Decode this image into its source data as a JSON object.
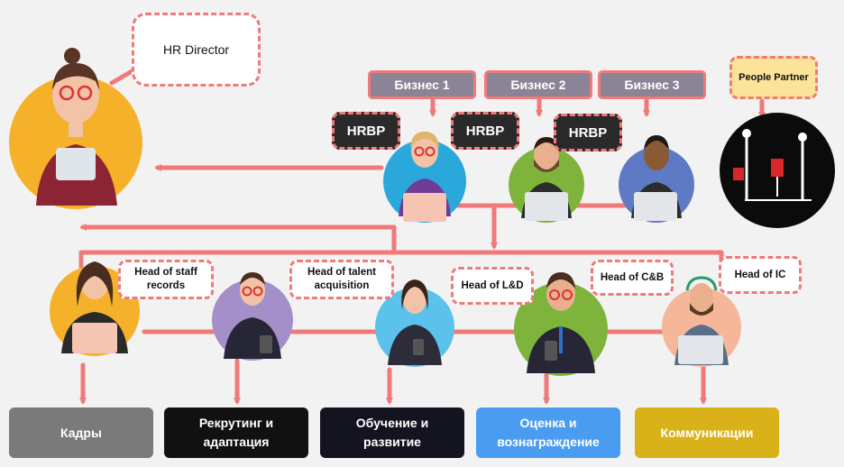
{
  "director": {
    "label": "HR Director"
  },
  "business_units": [
    "Бизнес 1",
    "Бизнес 2",
    "Бизнес 3"
  ],
  "hrbp_label": "HRBP",
  "people_partner": {
    "label": "People Partner"
  },
  "heads": [
    {
      "line1": "Head of staff",
      "line2": "records"
    },
    {
      "line1": "Head of talent",
      "line2": "acquisition"
    },
    {
      "line1": "Head of L&D",
      "line2": ""
    },
    {
      "line1": "Head of C&B",
      "line2": ""
    },
    {
      "line1": "Head of IC",
      "line2": ""
    }
  ],
  "departments": [
    {
      "line1": "Кадры",
      "line2": "",
      "color": "#7a7a7a"
    },
    {
      "line1": "Рекрутинг и",
      "line2": "адаптация",
      "color": "#111111"
    },
    {
      "line1": "Обучение и",
      "line2": "развитие",
      "color": "#141421"
    },
    {
      "line1": "Оценка и",
      "line2": "вознаграждение",
      "color": "#4a9cf0"
    },
    {
      "line1": "Коммуникации",
      "line2": "",
      "color": "#d9b21a"
    }
  ],
  "colors": {
    "connector": "#f07a7a"
  }
}
